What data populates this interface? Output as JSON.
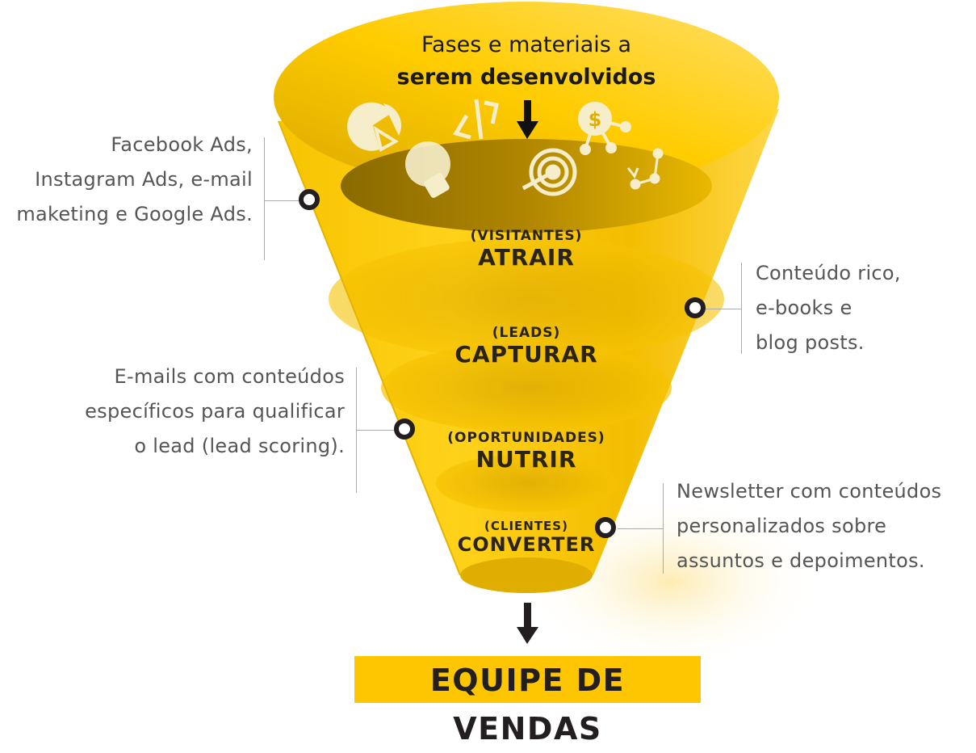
{
  "header": {
    "line1": "Fases e materiais a",
    "line2": "serem desenvolvidos"
  },
  "stages": [
    {
      "sub": "(VISITANTES)",
      "main": "ATRAIR"
    },
    {
      "sub": "(LEADS)",
      "main": "CAPTURAR"
    },
    {
      "sub": "(OPORTUNIDADES)",
      "main": "NUTRIR"
    },
    {
      "sub": "(CLIENTES)",
      "main": "CONVERTER"
    }
  ],
  "notes": [
    {
      "lines": [
        "Facebook Ads,",
        "Instagram Ads, e-mail",
        "maketing e Google Ads."
      ]
    },
    {
      "lines": [
        "Conteúdo rico,",
        "e-books e",
        "blog posts."
      ]
    },
    {
      "lines": [
        "E-mails com conteúdos",
        "específicos para qualificar",
        "o lead (lead scoring)."
      ]
    },
    {
      "lines": [
        "Newsletter com conteúdos",
        "personalizados sobre",
        "assuntos e depoimentos."
      ]
    }
  ],
  "footer": {
    "label": "EQUIPE DE VENDAS"
  },
  "icons": [
    "pie-chart-icon",
    "code-icon",
    "lightbulb-icon",
    "target-icon",
    "dollar-network-icon",
    "network-icon"
  ],
  "colors": {
    "funnel": "#fec600",
    "funnel_dark": "#c99a00",
    "text": "#231f20",
    "note": "#555555"
  }
}
